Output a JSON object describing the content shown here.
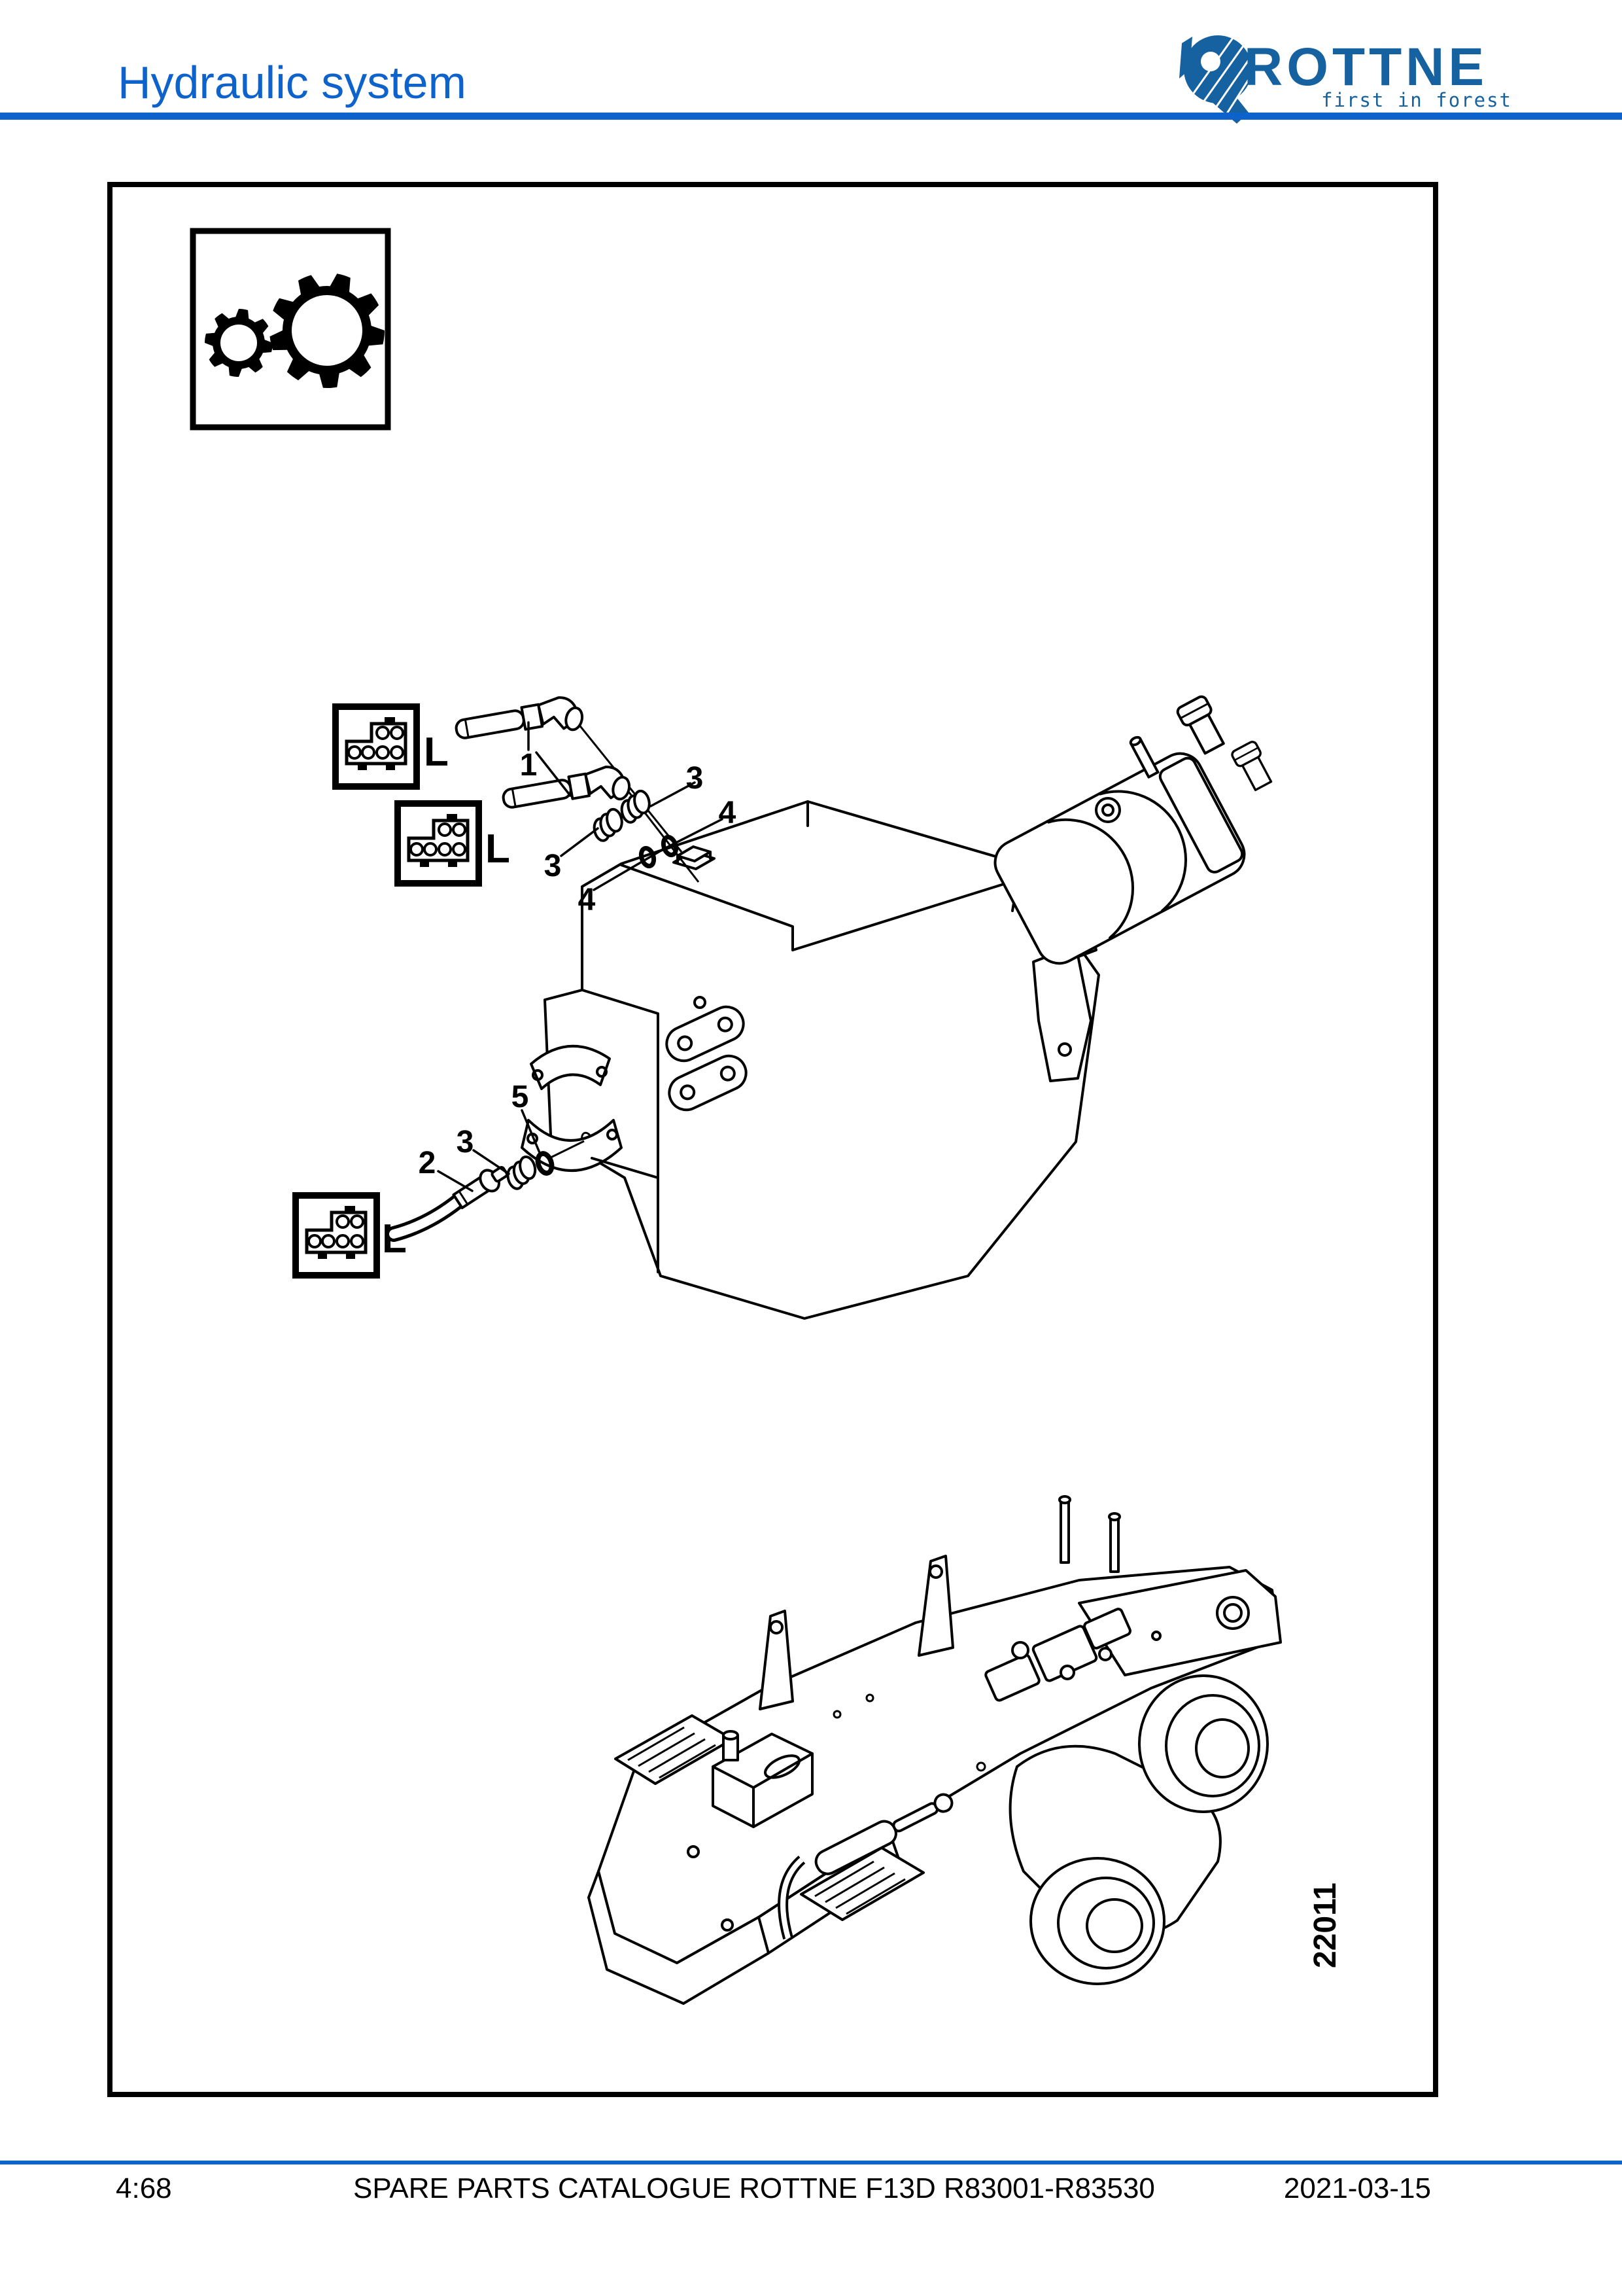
{
  "header": {
    "title": "Hydraulic system",
    "brand": "ROTTNE",
    "tagline": "first in forest"
  },
  "figure": {
    "connector_label": "L",
    "callouts": {
      "c1": "1",
      "c3a": "3",
      "c4a": "4",
      "c3b": "3",
      "c4b": "4",
      "c5": "5",
      "c3c": "3",
      "c2": "2"
    },
    "figure_number": "22011"
  },
  "footer": {
    "page_ref": "4:68",
    "catalogue_title": "SPARE PARTS CATALOGUE ROTTNE F13D R83001-R83530",
    "date": "2021-03-15"
  },
  "colors": {
    "accent": "#0d62cc",
    "logo_blue": "#16619f"
  }
}
